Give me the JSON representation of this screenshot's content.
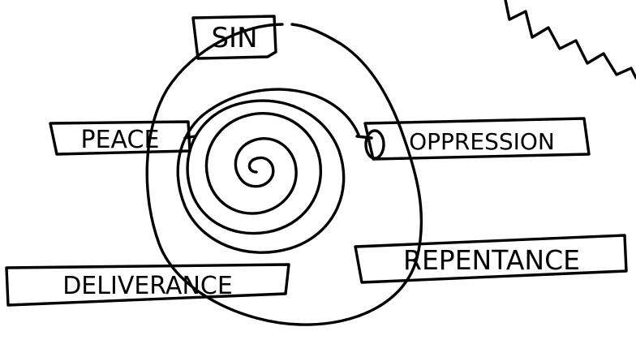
{
  "diagram": {
    "stages": {
      "sin": "SIN",
      "oppression": "OPPRESSION",
      "repentance": "REPENTANCE",
      "deliverance": "DELIVERANCE",
      "peace": "PEACE"
    }
  },
  "colors": {
    "ink": "#000000",
    "paper": "#ffffff"
  }
}
